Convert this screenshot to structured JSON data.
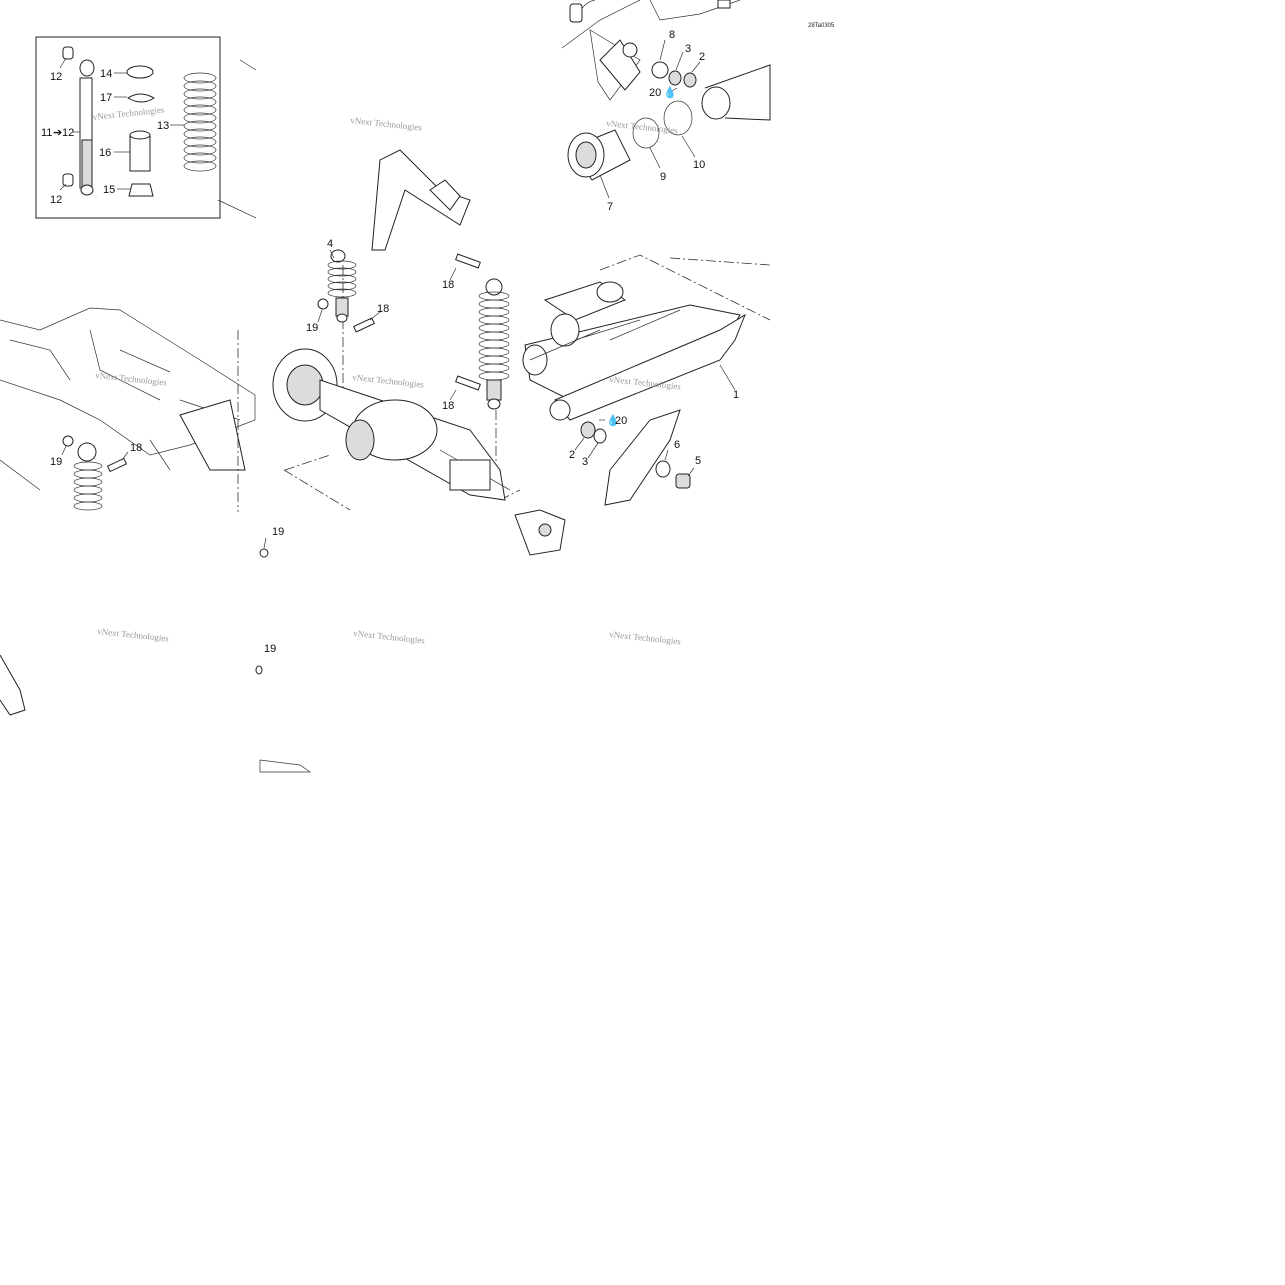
{
  "drawing_code": "28Ta0305",
  "watermark": "vNext Technologies",
  "callouts": {
    "c1": "1",
    "c2": "2",
    "c2b": "2",
    "c3": "3",
    "c3b": "3",
    "c4": "4",
    "c5": "5",
    "c6": "6",
    "c7": "7",
    "c8": "8",
    "c9": "9",
    "c10": "10",
    "c11": "11",
    "c12a": "12",
    "c12b": "12",
    "c12c": "12",
    "c13": "13",
    "c14": "14",
    "c15": "15",
    "c16": "16",
    "c17": "17",
    "c18a": "18",
    "c18b": "18",
    "c18c": "18",
    "c18d": "18",
    "c19a": "19",
    "c19b": "19",
    "c19c": "19",
    "c19d": "19",
    "c20a": "20",
    "c20b": "20"
  },
  "icons": {
    "arrow": "right-arrow-icon",
    "grease": "grease-drop-icon"
  }
}
